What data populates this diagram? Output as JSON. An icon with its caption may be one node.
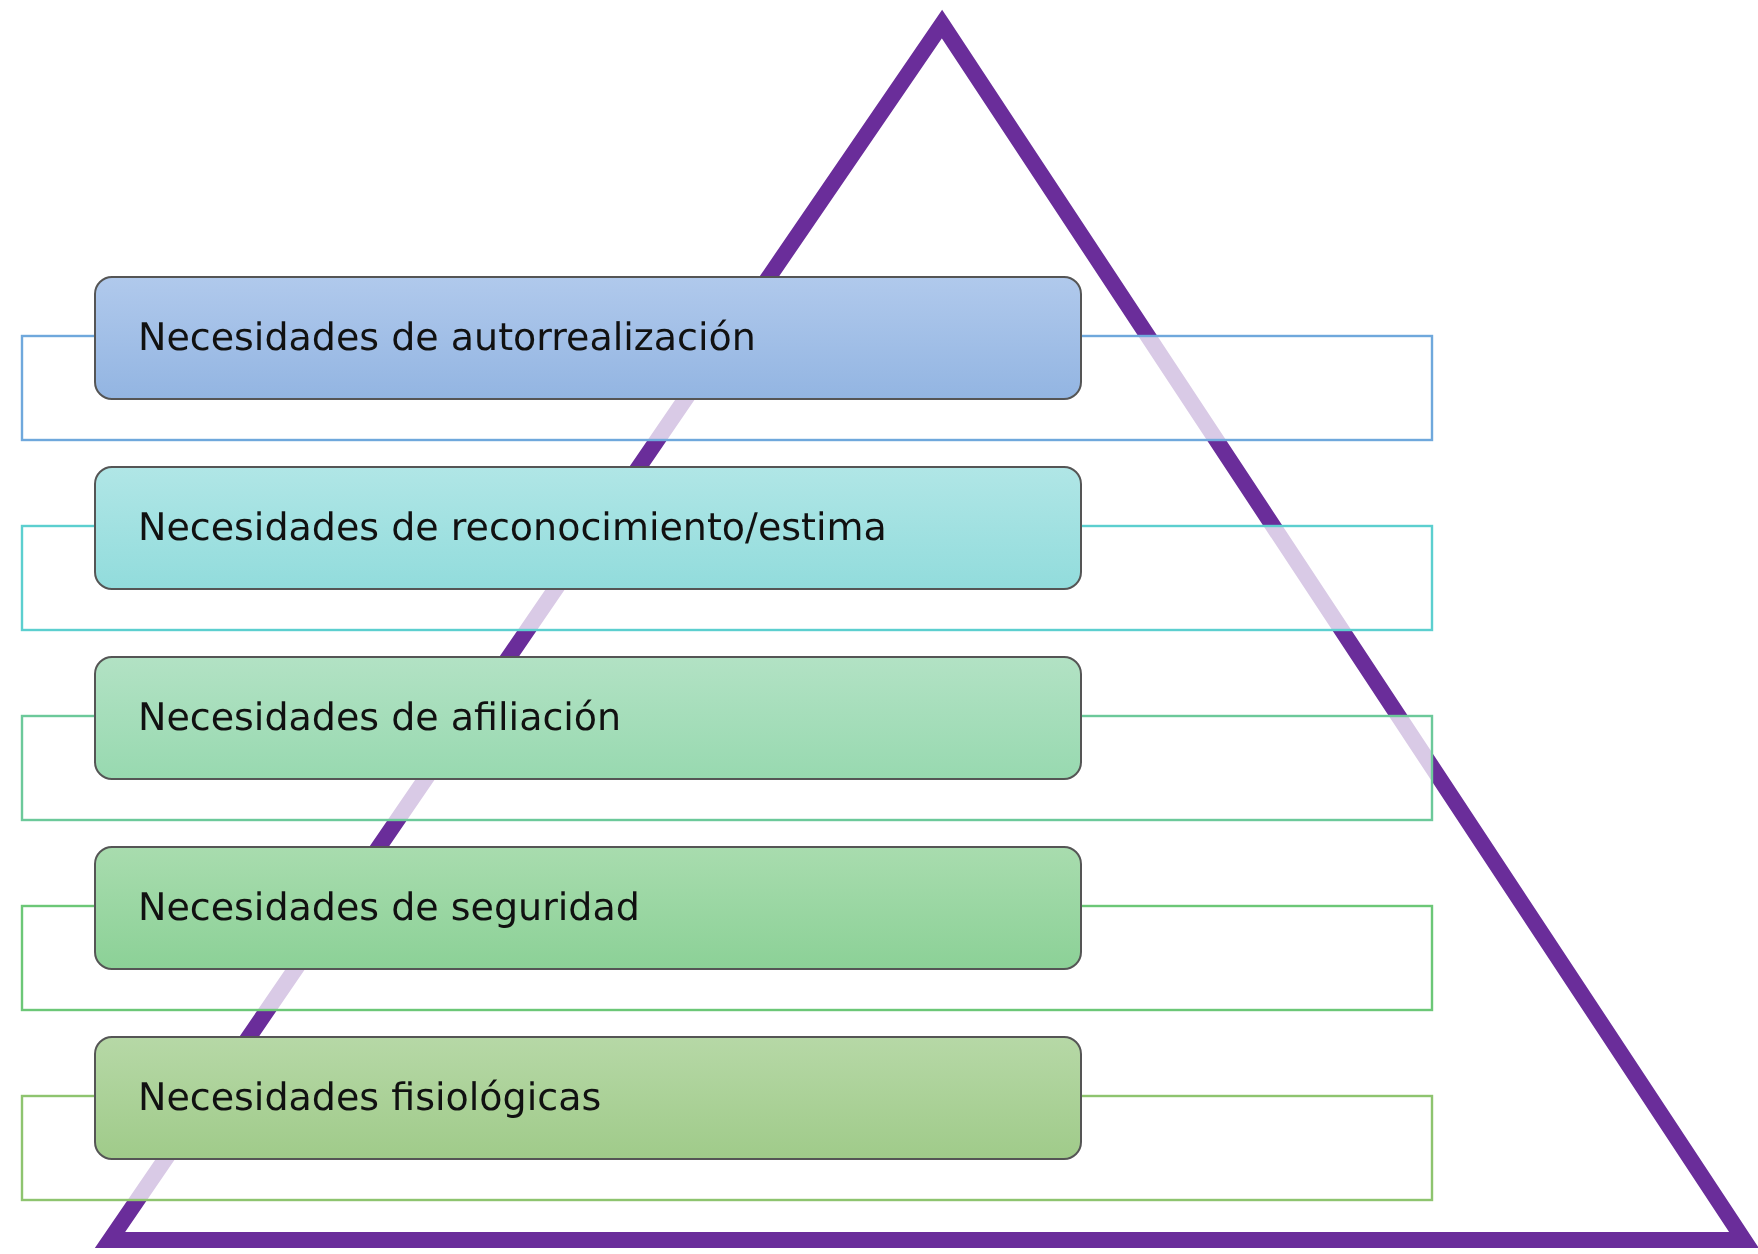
{
  "diagram": {
    "nodes": [
      {
        "text": [
          "Necesidades de autorrealización"
        ]
      },
      {
        "text": [
          "Necesidades de reconocimiento/estima"
        ]
      },
      {
        "text": [
          "Necesidades de afiliación"
        ]
      },
      {
        "text": [
          "Necesidades de seguridad"
        ]
      },
      {
        "text": [
          "Necesidades fisiológicas"
        ]
      }
    ]
  }
}
